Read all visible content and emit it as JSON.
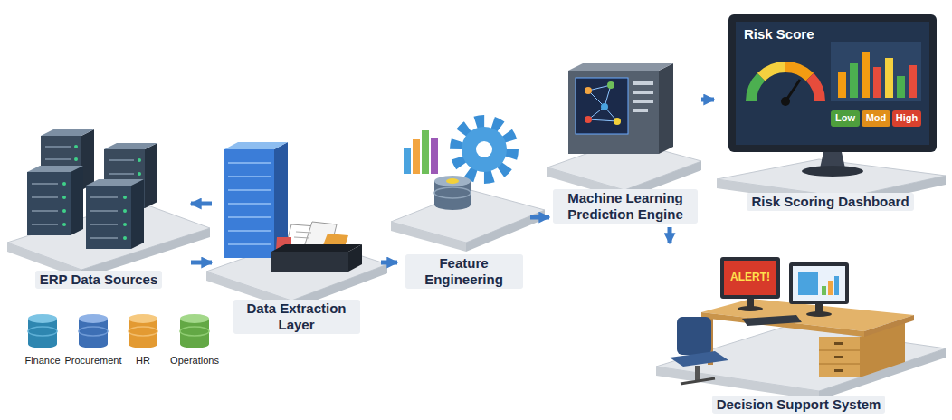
{
  "diagram": {
    "nodes": [
      {
        "text": [
          "ERP Data Sources"
        ]
      },
      {
        "text": [
          "Data Extraction Layer"
        ]
      },
      {
        "text": [
          "Feature Engineering"
        ]
      },
      {
        "text": [
          "Machine Learning Prediction Engine"
        ]
      },
      {
        "text": [
          "Risk Scoring Dashboard"
        ]
      },
      {
        "text": [
          "Decision Support System"
        ]
      }
    ],
    "edges": [
      {
        "from": 0,
        "to": 1,
        "arrow": "to"
      },
      {
        "from": 1,
        "to": 0,
        "arrow": "to"
      },
      {
        "from": 1,
        "to": 2,
        "arrow": "to"
      },
      {
        "from": 2,
        "to": 3,
        "arrow": "to"
      },
      {
        "from": 3,
        "to": 4,
        "arrow": "to"
      },
      {
        "from": 3,
        "to": 5,
        "arrow": "to"
      }
    ],
    "labels": [
      "Finance",
      "Procurement",
      "HR",
      "Operations",
      "Risk Score",
      "Low",
      "Mod",
      "High",
      "ALERT!"
    ]
  }
}
